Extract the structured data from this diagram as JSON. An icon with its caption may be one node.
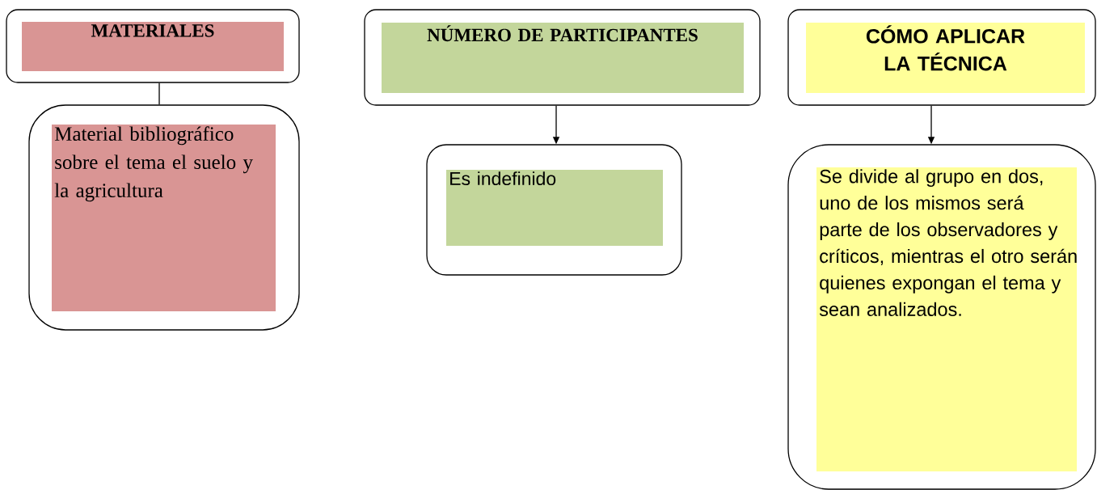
{
  "diagram": {
    "nodes": [
      {
        "text": [
          "MATERIALES"
        ]
      },
      {
        "text": [
          "Material bibliográfico sobre el tema el suelo y la agricultura"
        ]
      },
      {
        "text": [
          "NÚMERO DE PARTICIPANTES"
        ]
      },
      {
        "text": [
          "Es indefinido"
        ]
      },
      {
        "text": [
          "CÓMO APLICAR LA TÉCNICA"
        ]
      },
      {
        "text": [
          "Se divide al grupo en dos, uno de los mismos será parte de los observadores y críticos, mientras el otro serán quienes expongan el tema y sean analizados."
        ]
      }
    ],
    "edges": [
      {
        "from": 0,
        "to": 1,
        "arrow": "none"
      },
      {
        "from": 2,
        "to": 3,
        "arrow": "to"
      },
      {
        "from": 4,
        "to": 5,
        "arrow": "to"
      }
    ]
  }
}
